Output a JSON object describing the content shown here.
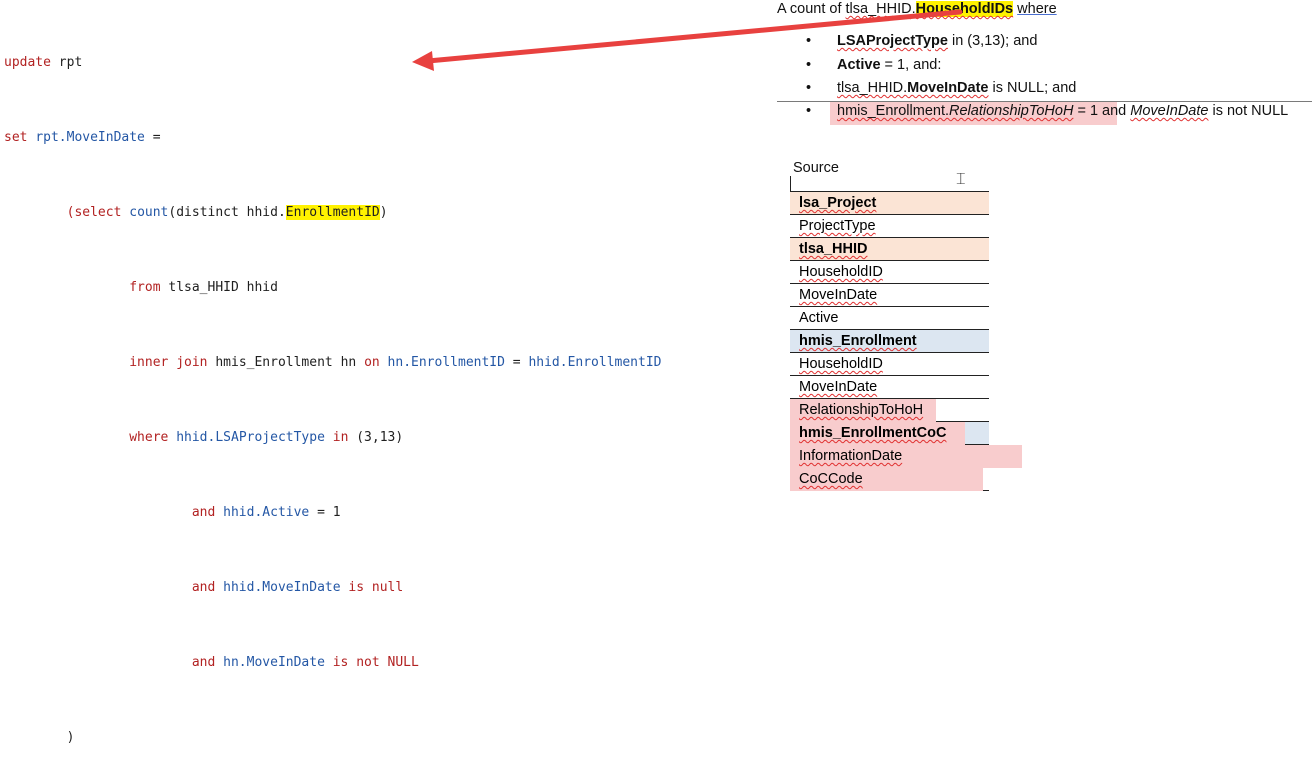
{
  "sql": {
    "line1": [
      "update",
      "rpt"
    ],
    "line2": [
      "set",
      "rpt.MoveInDate",
      "="
    ],
    "line3": [
      "(select",
      "count",
      "(distinct hhid.",
      "EnrollmentID",
      ")"
    ],
    "line4": [
      "from",
      "tlsa_HHID hhid"
    ],
    "line5": [
      "inner join",
      "hmis_Enrollment hn",
      "on",
      "hn.EnrollmentID",
      "=",
      "hhid.EnrollmentID"
    ],
    "line6": [
      "where",
      "hhid.LSAProjectType",
      "in",
      "(3,13)"
    ],
    "line7": [
      "and",
      "hhid.Active",
      "=",
      "1"
    ],
    "line8": [
      "and",
      "hhid.MoveInDate",
      "is null"
    ],
    "line9": [
      "and",
      "hn.MoveInDate",
      "is not NULL"
    ],
    "line10": ")"
  },
  "doc": {
    "heading": [
      "A count of ",
      "tlsa_HHID.",
      "HouseholdIDs",
      " ",
      "where"
    ],
    "bullets": [
      [
        "LSAProjectType",
        " in (3,13); and"
      ],
      [
        "Active",
        " = 1, and:"
      ],
      [
        "tlsa_HHID.",
        "MoveInDate",
        " is NULL; and"
      ],
      [
        "hmis_Enrollment.",
        "RelationshipToHoH",
        " = 1 and ",
        "MoveInDate",
        " is not NULL"
      ]
    ],
    "bullet_glyph": "•",
    "source_label": "Source",
    "table_rows": [
      {
        "text": "lsa_Project",
        "kind": "header"
      },
      {
        "text": "ProjectType",
        "kind": "field"
      },
      {
        "text": "tlsa_HHID",
        "kind": "header"
      },
      {
        "text": "HouseholdID",
        "kind": "field"
      },
      {
        "text": "MoveInDate",
        "kind": "field"
      },
      {
        "text": "Active",
        "kind": "field"
      },
      {
        "text": "hmis_Enrollment",
        "kind": "header2"
      },
      {
        "text": "HouseholdID",
        "kind": "field"
      },
      {
        "text": "MoveInDate",
        "kind": "field"
      },
      {
        "text": "RelationshipToHoH",
        "kind": "field-pink"
      },
      {
        "text": "hmis_EnrollmentCoC",
        "kind": "header2-pink"
      },
      {
        "text": "InformationDate",
        "kind": "field-pink"
      },
      {
        "text": "CoCCode",
        "kind": "field-pink"
      }
    ]
  },
  "colors": {
    "arrow": "#e8413f",
    "highlight": "#fff200",
    "pink": "#f8cccd"
  }
}
